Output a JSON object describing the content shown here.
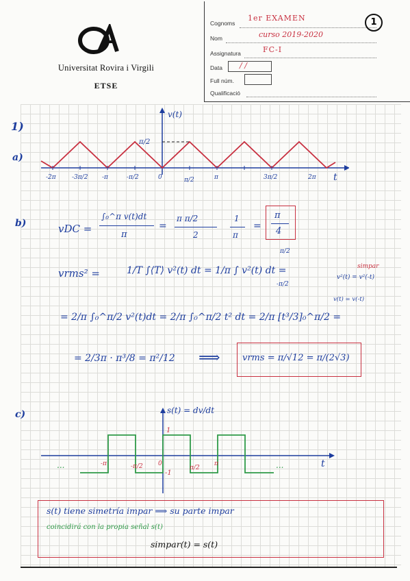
{
  "header": {
    "university": "Universitat Rovira i Virgili",
    "school": "ETSE",
    "form": {
      "labels": {
        "surname": "Cognoms",
        "name": "Nom",
        "subject": "Assignatura",
        "date": "Data",
        "sheet": "Full núm.",
        "grade": "Qualificació"
      },
      "values": {
        "surname": "1er EXAMEN",
        "name": "curso 2019-2020",
        "subject": "FC-I",
        "date": "/ /"
      },
      "page_number": "1"
    }
  },
  "problem": {
    "number": "1)",
    "a": {
      "label": "a)",
      "axis_y": "v(t)",
      "axis_x": "t",
      "peak_label": "π/2",
      "ticks": [
        "-2π",
        "-3π/2",
        "-π",
        "-π/2",
        "0",
        "π/2",
        "π",
        "3π/2",
        "2π"
      ]
    },
    "b": {
      "label": "b)",
      "vdc_lhs": "vDC =",
      "vdc_num": "∫₀^π v(t)dt",
      "vdc_den": "π",
      "vdc_mid_num": "π π/2",
      "vdc_mid_den": "2",
      "vdc_mid_frac_num": "1",
      "vdc_mid_frac_den": "π",
      "vdc_result_num": "π",
      "vdc_result_den": "4",
      "vrms_lhs": "vrms² =",
      "vrms_eq1": "1/T ∫⟨T⟩ v²(t) dt = 1/π ∫ v²(t) dt =",
      "lim_lower": "-π/2",
      "lim_upper": "π/2",
      "t_label": "T",
      "note_simpar": "simpar",
      "note_v2": "v²(t) = v²(-t)",
      "note_v": "v(t) = v(-t)",
      "line3": "= 2/π ∫₀^π/2 v²(t)dt = 2/π ∫₀^π/2 t² dt = 2/π [t³/3]₀^π/2 =",
      "line4": "= 2/3π · π³/8 = π²/12",
      "arrow": "⟹",
      "vrms_result": "vrms = π/√12 = π/(2√3)"
    },
    "c": {
      "label": "c)",
      "s_def": "s(t) = dv/dt",
      "axis_x": "t",
      "dots": "...",
      "ticks": [
        "-π",
        "-π/2",
        "0",
        "π/2",
        "π"
      ],
      "level_pos": "1",
      "level_neg": "-1",
      "conclusion_line1": "s(t) tiene simetría impar ⟹ su parte impar",
      "conclusion_line2": "coincidirá con la propia señal s(t)",
      "conclusion_line3": "simpar(t) = s(t)"
    }
  }
}
